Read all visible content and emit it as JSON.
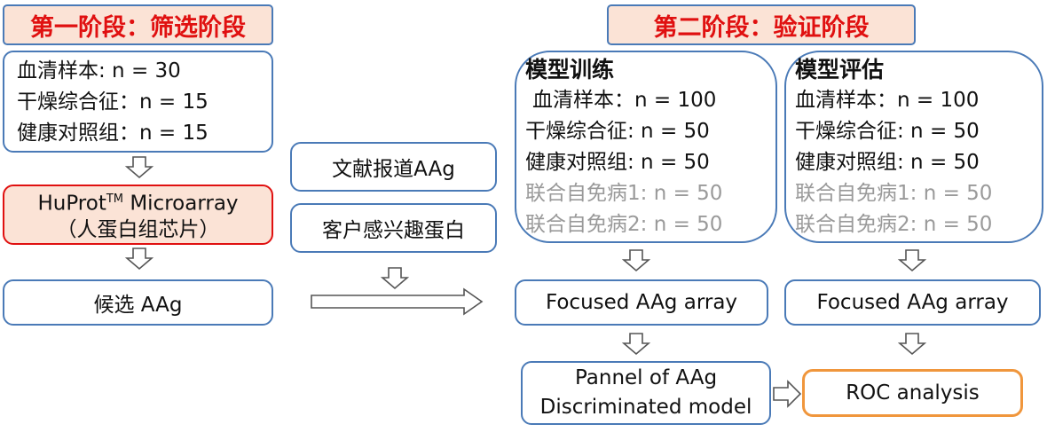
{
  "stage1": {
    "title": "第一阶段：筛选阶段",
    "samples": [
      "血清样本: n = 30",
      "干燥综合征：n = 15",
      "健康对照组：n = 15"
    ],
    "microarray": {
      "line1_main": "HuProt",
      "line1_sup": "TM",
      "line1_tail": " Microarray",
      "line2": "（人蛋白组芯片）"
    },
    "candidate": "候选 AAg"
  },
  "middle": {
    "literature": "文献报道AAg",
    "customer": "客户感兴趣蛋白"
  },
  "stage2": {
    "title": "第二阶段：验证阶段",
    "training": {
      "head": "模型训练",
      "lines": [
        "血清样本：n = 100",
        "干燥综合征: n = 50",
        "健康对照组: n = 50"
      ],
      "grey_lines": [
        "联合自免病1: n = 50",
        "联合自免病2: n = 50"
      ]
    },
    "evaluation": {
      "head": "模型评估",
      "lines": [
        "血清样本：n = 100",
        "干燥综合征: n = 50",
        "健康对照组: n = 50"
      ],
      "grey_lines": [
        "联合自免病1: n = 50",
        "联合自免病2: n = 50"
      ]
    },
    "focused_left": "Focused AAg array",
    "focused_right": "Focused AAg array",
    "panel": [
      "Pannel of AAg",
      "Discriminated model"
    ],
    "roc": "ROC analysis"
  }
}
